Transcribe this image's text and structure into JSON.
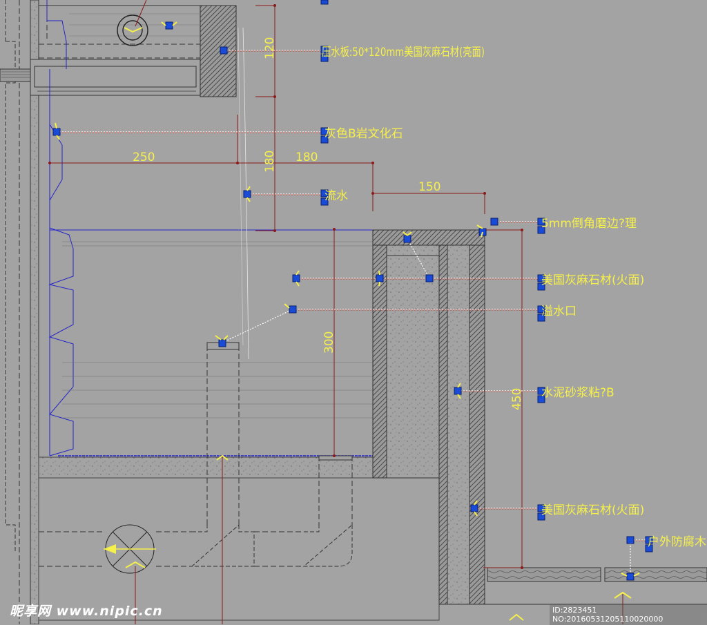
{
  "dimensions": {
    "d120": "120",
    "d250": "250",
    "d180_h": "180",
    "d180_v": "180",
    "d150": "150",
    "d300": "300",
    "d450": "450"
  },
  "labels": {
    "cap_stone": "压水板:50*120mm美国灰麻石材(亮面)",
    "culture_stone": "灰色B岩文化石",
    "water": "流水",
    "chamfer": "5mm倒角磨边?理",
    "granite_fire1": "美国灰麻石材(火面)",
    "overflow": "溢水口",
    "mortar": "水泥砂浆粘?B",
    "granite_fire2": "美国灰麻石材(火面)",
    "wood": "户外防腐木"
  },
  "watermark": "昵享网 www.nipic.cn",
  "drawing_id": "ID:2823451 NO:20160531205110020000"
}
